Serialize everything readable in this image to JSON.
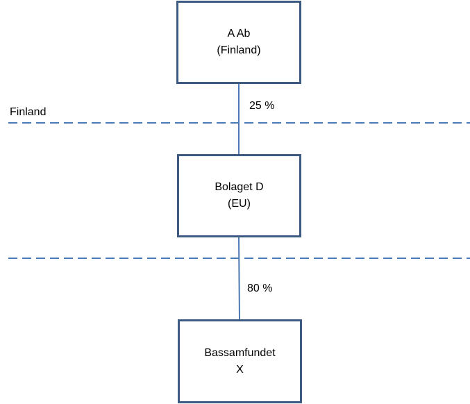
{
  "colors": {
    "box_border": "#3c5a82",
    "connector": "#4a7ab5",
    "divider": "#4a7ab5"
  },
  "nodes": [
    {
      "line1": "A Ab",
      "line2": "(Finland)"
    },
    {
      "line1": "Bolaget D",
      "line2": "(EU)"
    },
    {
      "line1": "Bassamfundet",
      "line2": "X"
    }
  ],
  "edges": [
    {
      "from": 0,
      "to": 1,
      "label": "25 %"
    },
    {
      "from": 1,
      "to": 2,
      "label": "80 %"
    }
  ],
  "regions": [
    {
      "label": "Finland"
    }
  ]
}
